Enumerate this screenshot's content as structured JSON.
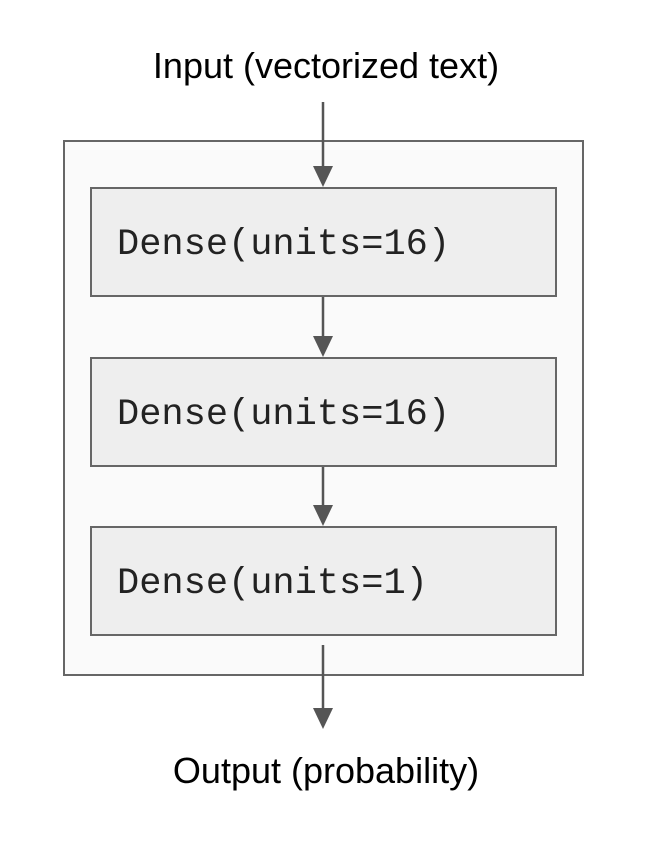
{
  "diagram": {
    "input_label": "Input (vectorized text)",
    "output_label": "Output (probability)",
    "layers": [
      {
        "label": "Dense(units=16)"
      },
      {
        "label": "Dense(units=16)"
      },
      {
        "label": "Dense(units=1)"
      }
    ]
  }
}
